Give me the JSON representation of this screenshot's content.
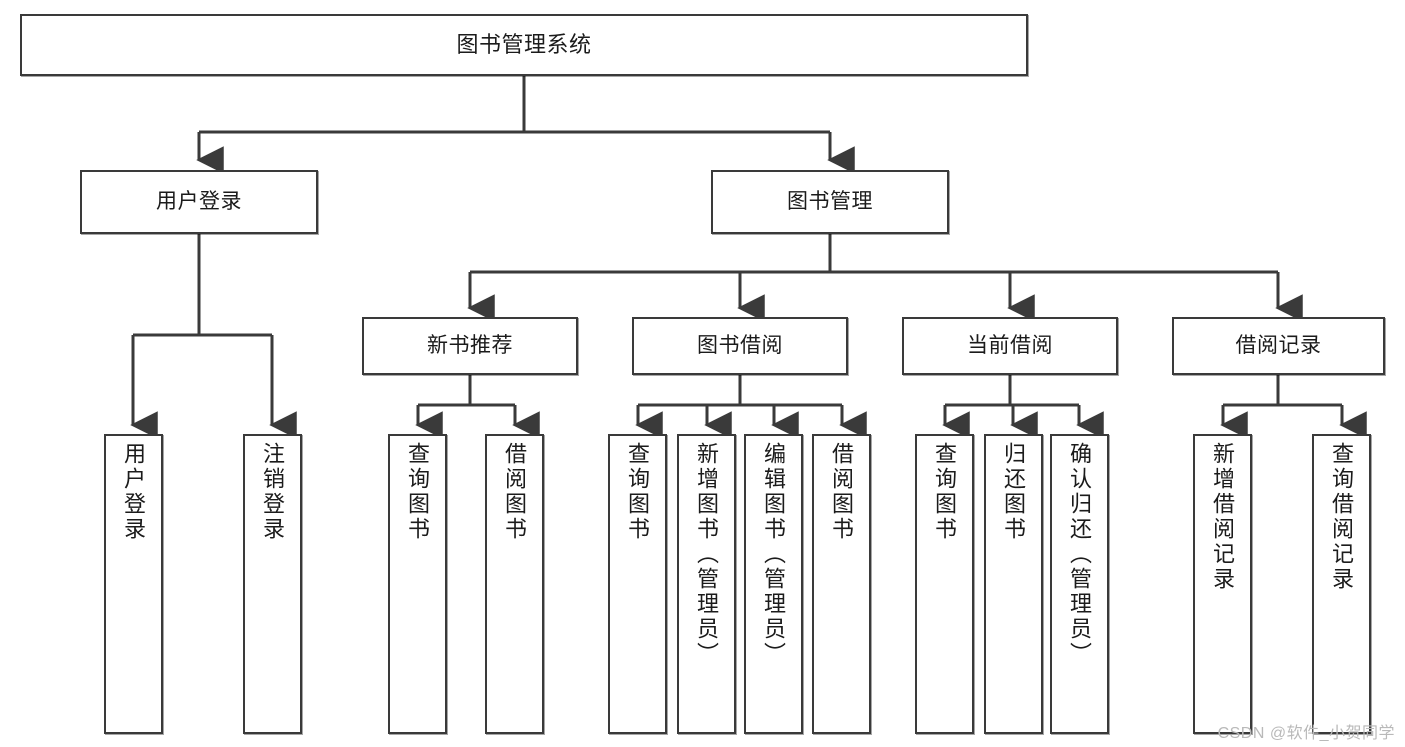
{
  "diagram": {
    "title": "图书管理系统",
    "type": "tree",
    "stroke_color": "#3a3a3a",
    "fill_color": "#ffffff",
    "text_color": "#1b1b1b",
    "watermark": "CSDN @软件_小贺同学",
    "nodes": {
      "root": {
        "label": "图书管理系统"
      },
      "level2": [
        {
          "id": "user-login",
          "label": "用户登录"
        },
        {
          "id": "book-manage",
          "label": "图书管理"
        }
      ],
      "level3": [
        {
          "id": "new-book-recommend",
          "label": "新书推荐"
        },
        {
          "id": "book-borrow",
          "label": "图书借阅"
        },
        {
          "id": "current-borrow",
          "label": "当前借阅"
        },
        {
          "id": "borrow-record",
          "label": "借阅记录"
        }
      ],
      "leaves": [
        {
          "id": "leaf-user-login",
          "label": "用户登录"
        },
        {
          "id": "leaf-logout-login",
          "label": "注销登录"
        },
        {
          "id": "leaf-query-book-1",
          "label": "查询图书"
        },
        {
          "id": "leaf-borrow-book-1",
          "label": "借阅图书"
        },
        {
          "id": "leaf-query-book-2",
          "label": "查询图书"
        },
        {
          "id": "leaf-add-book-admin",
          "label": "新增图书（管理员）"
        },
        {
          "id": "leaf-edit-book-admin",
          "label": "编辑图书（管理员）"
        },
        {
          "id": "leaf-borrow-book-2",
          "label": "借阅图书"
        },
        {
          "id": "leaf-query-book-3",
          "label": "查询图书"
        },
        {
          "id": "leaf-return-book",
          "label": "归还图书"
        },
        {
          "id": "leaf-confirm-return-admin",
          "label": "确认归还（管理员）"
        },
        {
          "id": "leaf-add-borrow-record",
          "label": "新增借阅记录"
        },
        {
          "id": "leaf-query-borrow-record",
          "label": "查询借阅记录"
        }
      ]
    }
  }
}
